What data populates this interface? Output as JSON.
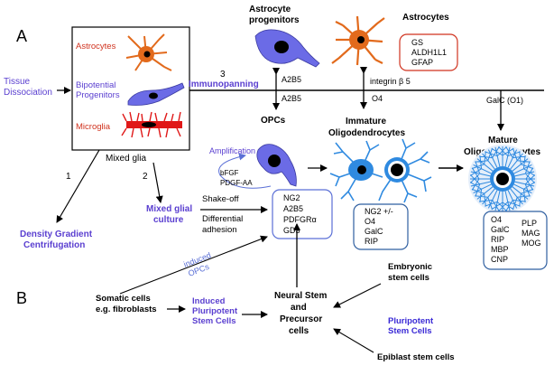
{
  "panel_a": "A",
  "panel_b": "B",
  "tissue": [
    "Tissue",
    "Dissociation"
  ],
  "mixed_glia_box": {
    "astrocytes": "Astrocytes",
    "bipotential": [
      "Bipotential",
      "Progenitors"
    ],
    "microglia": "Microglia",
    "caption": "Mixed glia"
  },
  "route1": {
    "number": "1",
    "label": [
      "Density Gradient",
      "Centrifugation"
    ]
  },
  "route2": {
    "number": "2",
    "label": [
      "Mixed glial",
      "culture"
    ]
  },
  "route3": {
    "number": "3",
    "label": "Immunopanning"
  },
  "astro_prog": [
    "Astrocyte",
    "progenitors"
  ],
  "a2b5_up": "A2B5",
  "a2b5_down": "A2B5",
  "opcs": "OPCs",
  "astrocytes_title": "Astrocytes",
  "astro_markers": [
    "GS",
    "ALDH1L1",
    "GFAP"
  ],
  "integrin": "integrin β 5",
  "o4": "O4",
  "galc": "GalC (O1)",
  "immature": [
    "Immature",
    "Oligodendrocytes"
  ],
  "mature": [
    "Mature",
    "Oligodendrocytes"
  ],
  "amplification": "Amplification",
  "growth_factors": [
    "bFGF",
    "PDGF-AA"
  ],
  "shake": [
    "Shake-off",
    "Differential",
    "adhesion"
  ],
  "opc_markers": [
    "NG2",
    "A2B5",
    "PDFGRα",
    "GD3"
  ],
  "immature_markers": [
    "NG2 +/-",
    "O4",
    "GalC",
    "RIP"
  ],
  "mature_markers_left": [
    "O4",
    "GalC",
    "RIP",
    "MBP",
    "CNP"
  ],
  "mature_markers_right": [
    "PLP",
    "MAG",
    "MOG"
  ],
  "induced_opcs": [
    "induced",
    "OPCs"
  ],
  "somatic": [
    "Somatic cells",
    "e.g. fibroblasts"
  ],
  "ipsc": [
    "Induced",
    "Pluripotent",
    "Stem Cells"
  ],
  "nspc": [
    "Neural Stem",
    "and",
    "Precursor",
    "cells"
  ],
  "embryonic": [
    "Embryonic",
    "stem cells"
  ],
  "pluripotent": [
    "Pluripotent",
    "Stem Cells"
  ],
  "epiblast": "Epiblast stem cells",
  "colors": {
    "blue_text": "#5a3fd0",
    "red_text": "#d0321e",
    "astro_orange": "#e26a1c",
    "opc_blue": "#6b6be6",
    "oligo_blue": "#2f8ae0",
    "microglia_red": "#e01818"
  }
}
